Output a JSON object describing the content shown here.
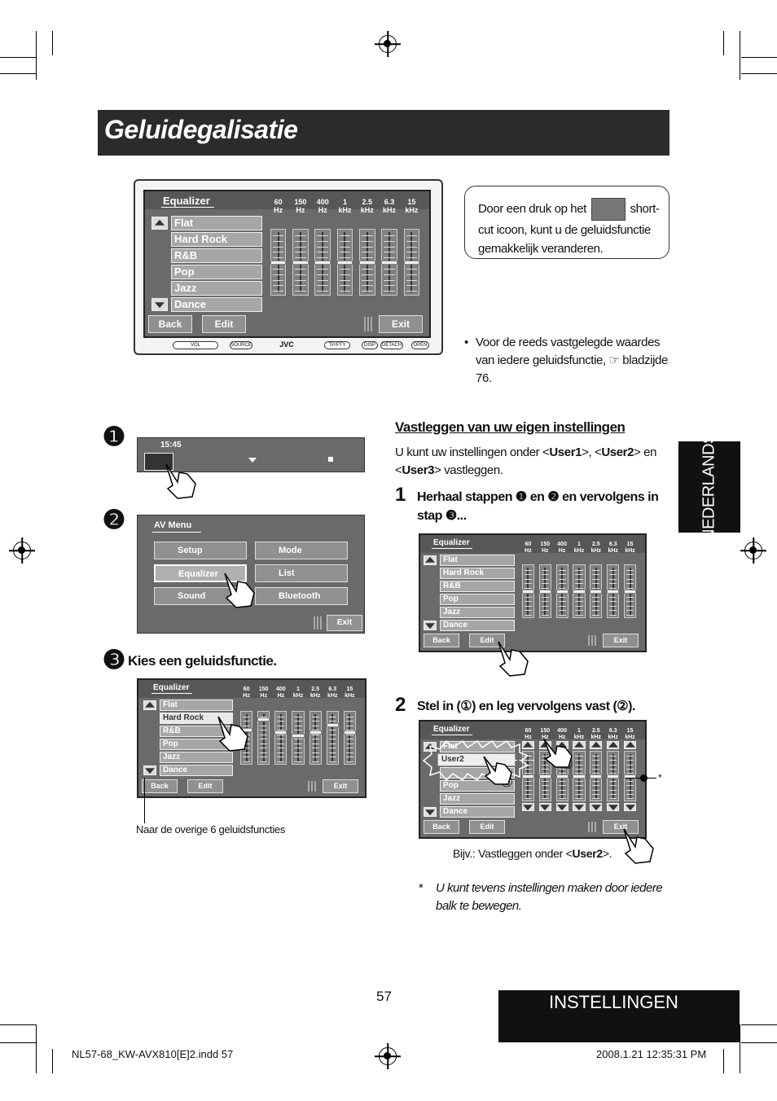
{
  "title": "Geluidegalisatie",
  "side_tab": "NEDERLANDS",
  "footer_section": "INSTELLINGEN",
  "page_number": "57",
  "meta_left": "NL57-68_KW-AVX810[E]2.indd   57",
  "meta_right": "2008.1.21   12:35:31 PM",
  "callout": {
    "text_before": "Door een druk op het",
    "text_after": "short-cut icoon, kunt u de geluidsfunctie gemakkelijk veranderen."
  },
  "bullet_note": "Voor de reeds vastgelegde waardes van iedere geluidsfunctie, ☞ bladzijde 76.",
  "equalizer": {
    "title": "Equalizer",
    "presets": [
      "Flat",
      "Hard Rock",
      "R&B",
      "Pop",
      "Jazz",
      "Dance"
    ],
    "bands": [
      {
        "value": "60",
        "unit": "Hz"
      },
      {
        "value": "150",
        "unit": "Hz"
      },
      {
        "value": "400",
        "unit": "Hz"
      },
      {
        "value": "1",
        "unit": "kHz"
      },
      {
        "value": "2.5",
        "unit": "kHz"
      },
      {
        "value": "6.3",
        "unit": "kHz"
      },
      {
        "value": "15",
        "unit": "kHz"
      }
    ],
    "back": "Back",
    "edit": "Edit",
    "exit": "Exit"
  },
  "unit_controls": {
    "vol": "VOL",
    "source": "SOURCE",
    "brand": "JVC",
    "tp": "TP/PTY",
    "disp": "DISP",
    "detach": "DETACH",
    "open": "OPEN"
  },
  "step1": {
    "time": "15:45"
  },
  "step2": {
    "title": "AV Menu",
    "items": [
      "Setup",
      "Mode",
      "Equalizer",
      "List",
      "Sound",
      "Bluetooth"
    ],
    "exit": "Exit"
  },
  "step3": {
    "label": "Kies een geluidsfunctie.",
    "caption": "Naar de overige 6 geluidsfuncties"
  },
  "section": {
    "heading": "Vastleggen van uw eigen instellingen",
    "intro_1": "U kunt uw instellingen onder <",
    "user1": "User1",
    "intro_2": ">, <",
    "user2": "User2",
    "intro_3": "> en <",
    "user3": "User3",
    "intro_4": "> vastleggen.",
    "step1_text": "Herhaal stappen ❶ en ❷ en vervolgens in stap ❸...",
    "step2_text": "Stel in (①) en leg vervolgens vast (②).",
    "user_screen_label": "User2",
    "example_before": "Bijv.: Vastleggen onder <",
    "example_user": "User2",
    "example_after": ">.",
    "footnote_mark": "*",
    "footnote": "U kunt tevens instellingen maken door iedere balk te bewegen."
  },
  "circled": {
    "one": "①",
    "two": "②",
    "three": "③"
  },
  "steps": {
    "s1": "1",
    "s2": "2",
    "b1": "❶",
    "b2": "❷",
    "b3": "❸"
  }
}
